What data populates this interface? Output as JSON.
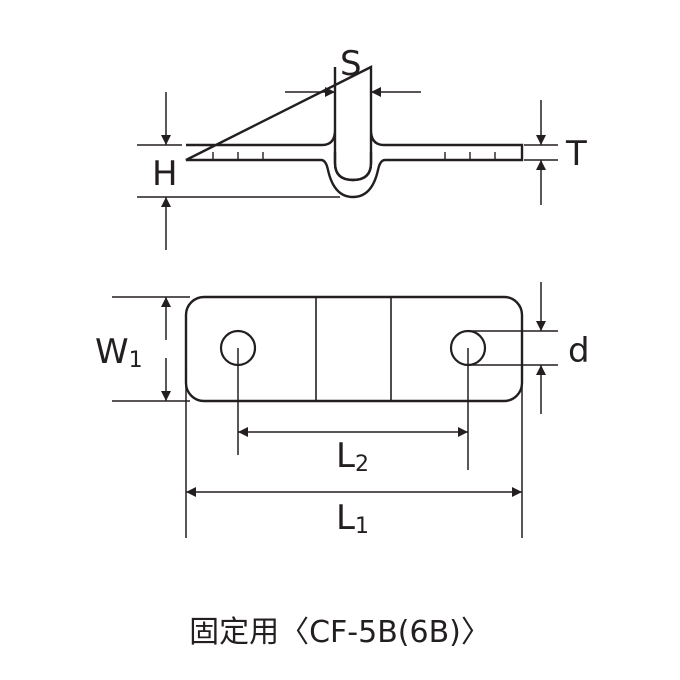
{
  "labels": {
    "S": "S",
    "H": "H",
    "T": "T",
    "W1_main": "W",
    "W1_sub": "1",
    "d": "d",
    "L2_main": "L",
    "L2_sub": "2",
    "L1_main": "L",
    "L1_sub": "1"
  },
  "caption": "固定用〈CF-5B(6B)〉"
}
